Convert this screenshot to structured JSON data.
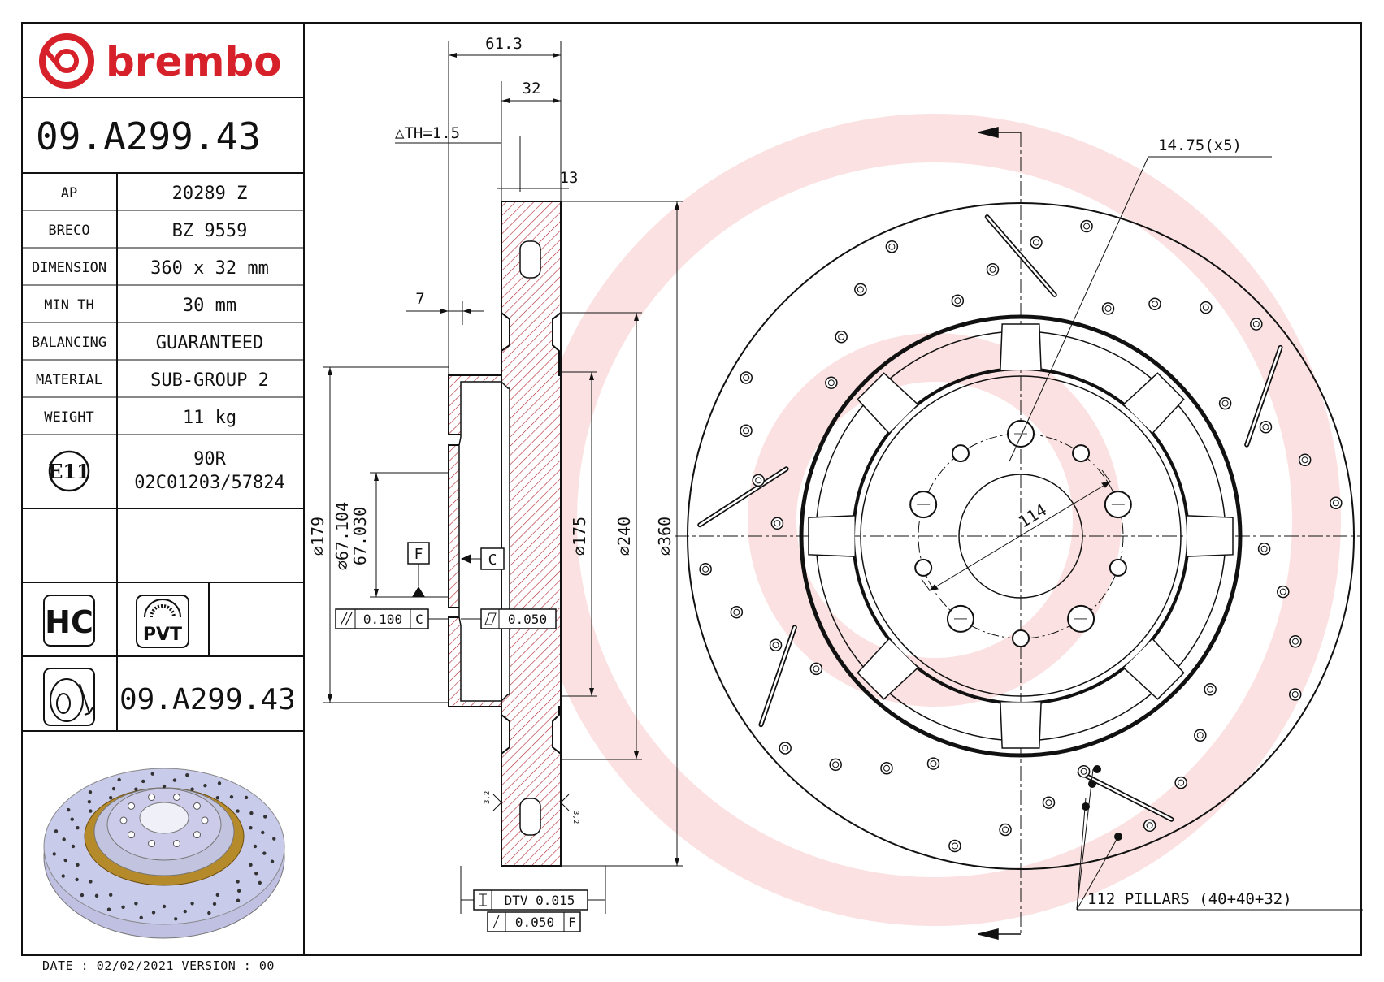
{
  "brand": {
    "name": "brembo",
    "color": "#d6202a"
  },
  "part_number": "09.A299.43",
  "specs": [
    {
      "key": "AP",
      "value": "20289 Z"
    },
    {
      "key": "BRECO",
      "value": "BZ 9559"
    },
    {
      "key": "DIMENSION",
      "value": "360 x 32 mm"
    },
    {
      "key": "MIN TH",
      "value": "30 mm"
    },
    {
      "key": "BALANCING",
      "value": "GUARANTEED"
    },
    {
      "key": "MATERIAL",
      "value": "SUB-GROUP 2"
    },
    {
      "key": "WEIGHT",
      "value": "11 kg"
    }
  ],
  "approval": {
    "mark": "E11",
    "line1": "90R",
    "line2": "02C01203/57824"
  },
  "badges": {
    "hc": "HC",
    "pvt": "PVT"
  },
  "part_number_bottom": "09.A299.43",
  "section_dims": {
    "w_total": "61.3",
    "w_disc": "32",
    "th": "△TH=1.5",
    "w_13": "13",
    "w_7": "7",
    "d179": "⌀179",
    "d67_upper": "⌀67.104",
    "d67_lower": "67.030",
    "d175": "⌀175",
    "d240": "⌀240",
    "d360": "⌀360",
    "datum_f": "F",
    "datum_c": "C",
    "par_tol": "0.100",
    "par_ref": "C",
    "flat_tol": "0.050",
    "dtv_label": "DTV 0.015",
    "runout_tol": "0.050",
    "runout_ref": "F",
    "rough": "3,2"
  },
  "front_dims": {
    "holes": "14.75(x5)",
    "pcd": "114",
    "pillars": "112 PILLARS (40+40+32)"
  },
  "footer": "DATE : 02/02/2021 VERSION : 00",
  "colors": {
    "hatch": "#b0202a",
    "line": "#111111",
    "watermark": "#fbe3e3"
  }
}
